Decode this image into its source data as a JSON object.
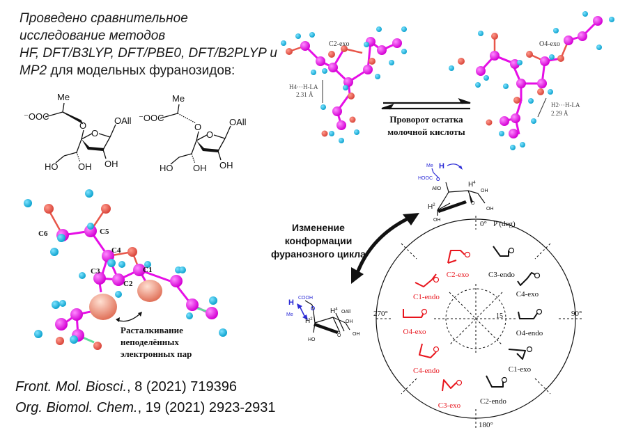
{
  "intro": {
    "line1": "Проведено сравнительное",
    "line2": "исследование методов",
    "line3": "HF, DFT/B3LYP, DFT/PBE0, DFT/B2PLYP и",
    "line4_italic": "MP2",
    "line4_rest": " для модельных фуранозидов:"
  },
  "structures": {
    "left": {
      "carboxylate": "⁻OOC",
      "methyl": "Me",
      "aglycone": "OAll",
      "ring_o": "O",
      "link_o": "O",
      "oh1": "HO",
      "oh2": "OH",
      "oh3": "OH"
    },
    "right": {
      "carboxylate": "⁻OOC",
      "methyl": "Me",
      "aglycone": "OAll",
      "ring_o": "O",
      "link_o": "O",
      "oh1": "HO",
      "oh2": "OH",
      "oh3": "OH"
    }
  },
  "models_3d": {
    "left_conformer": "C2-exo",
    "left_distance_label": "H4···H-LA",
    "left_distance_value": "2.31 Å",
    "right_conformer": "O4-exo",
    "right_distance_label": "H2···H-LA",
    "right_distance_value": "2.29 Å",
    "equilibrium_caption_line1": "Проворот остатка",
    "equilibrium_caption_line2": "молочной кислоты"
  },
  "lone_pair_model": {
    "atom_labels": [
      "C6",
      "C5",
      "C4",
      "C3",
      "C2",
      "C1"
    ],
    "caption_line1": "Расталкивание",
    "caption_line2": "неподелённых",
    "caption_line3": "электронных пар"
  },
  "conformation_change": {
    "caption_line1": "Изменение конформации",
    "caption_line2": "фуранозного цикла",
    "top_structure": {
      "me": "Me",
      "h": "H",
      "hooc": "HOOC",
      "o": "O",
      "allo": "AllO",
      "h4": "H",
      "h4_sup": "4",
      "h2": "H",
      "h2_sup": "2",
      "oh_a": "OH",
      "oh_b": "OH",
      "oh_c": "OH",
      "ring_o": "O"
    },
    "bottom_structure": {
      "h": "H",
      "cooh": "COOH",
      "me": "Me",
      "o": "O",
      "h2": "H",
      "h2_sup": "2",
      "h4": "H",
      "h4_sup": "4",
      "oall": "OAll",
      "oh_a": "OH",
      "oh_b": "OH",
      "ho": "HO",
      "ring_o": "O"
    }
  },
  "pseudorotation_wheel": {
    "axis_title": "P (deg)",
    "angle_labels": {
      "top": "0°",
      "right": "90°",
      "bottom": "180°",
      "left": "270°"
    },
    "inner_label": "15",
    "highlight_color": "#e8141c",
    "normal_color": "#111111",
    "conformers": [
      {
        "name": "C2-exo",
        "highlight": true
      },
      {
        "name": "C3-endo",
        "highlight": false
      },
      {
        "name": "C4-exo",
        "highlight": false
      },
      {
        "name": "O4-endo",
        "highlight": false
      },
      {
        "name": "C1-exo",
        "highlight": false
      },
      {
        "name": "C2-endo",
        "highlight": false
      },
      {
        "name": "C3-exo",
        "highlight": true
      },
      {
        "name": "C4-endo",
        "highlight": true
      },
      {
        "name": "O4-exo",
        "highlight": true
      },
      {
        "name": "C1-endo",
        "highlight": true
      }
    ]
  },
  "references": {
    "ref1_journal": "Front. Mol. Biosci.",
    "ref1_rest": ", 8 (2021) 719396",
    "ref2_journal": "Org. Biomol. Chem.",
    "ref2_rest": ", 19 (2021) 2923-2931"
  },
  "colors": {
    "carbon": "#e60ee6",
    "oxygen": "#e8564a",
    "hydrogen": "#1bb8e0",
    "lone_pair": "#eb8a72",
    "blue_annotation": "#2b2bd6"
  }
}
